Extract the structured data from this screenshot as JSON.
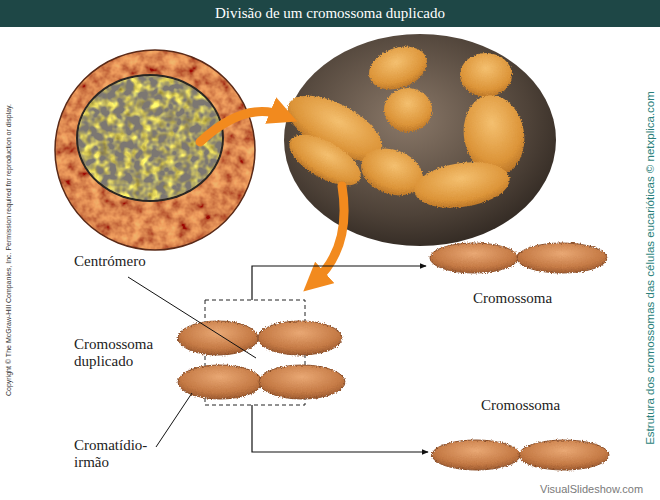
{
  "diagram": {
    "title": "Divisão de um cromossoma duplicado",
    "labels": [
      "Centrómero",
      "Cromossoma duplicado",
      "Cromatídio- irmão",
      "Cromossoma",
      "Cromossoma",
      "Copyright © The McGraw-Hill Companies, Inc. Permission required for reproduction or display.",
      "Estrutura dos cromossomas das células eucarióticas © netxplica.com",
      "VisualSlideshow.com"
    ]
  }
}
